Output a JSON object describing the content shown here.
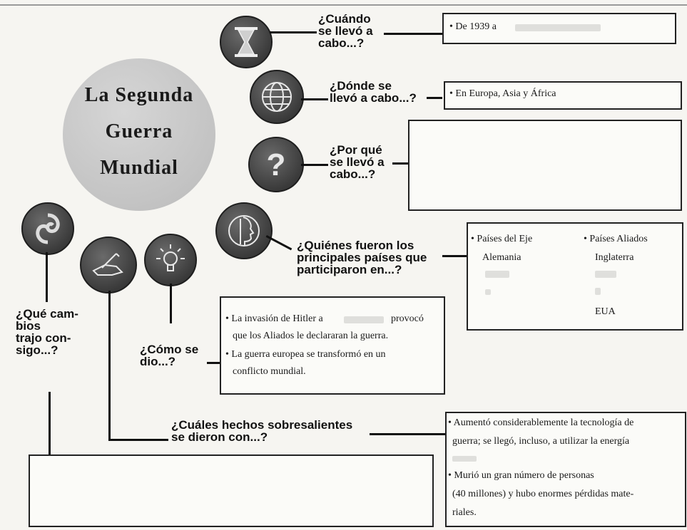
{
  "title": {
    "line1": "La Segunda",
    "line2": "Guerra",
    "line3": "Mundial"
  },
  "icons": {
    "hourglass": "hourglass-icon",
    "globe": "globe-icon",
    "question": "question-icon",
    "profile": "profile-head-icon",
    "swirl": "swirl-icon",
    "hand": "writing-hand-icon",
    "bulb": "lightbulb-icon"
  },
  "questions": {
    "cuando": "¿Cuándo\nse llevó a\ncabo...?",
    "donde": "¿Dónde se\nllevó a cabo...?",
    "porque": "¿Por qué\nse llevó a\ncabo...?",
    "quienes": "¿Quiénes fueron los\nprincipales países que\nparticiparon en...?",
    "cambios": "¿Qué cam-\nbios\ntrajo con-\nsigo...?",
    "como": "¿Cómo se\ndio...?",
    "hechos": "¿Cuáles hechos sobresalientes\nse dieron con...?"
  },
  "answers": {
    "cuando": "• De 1939 a",
    "donde": "• En Europa, Asia y África",
    "eje_title": "• Países del Eje",
    "eje_1": "Alemania",
    "aliados_title": "• Países Aliados",
    "aliados_1": "Inglaterra",
    "aliados_3": "EUA",
    "como_1a": "• La invasión de Hitler a",
    "como_1b": "provocó",
    "como_2": "que los Aliados le declararan la guerra.",
    "como_3": "• La guerra europea se transformó en un",
    "como_4": "conflicto mundial.",
    "hechos_1": "• Aumentó considerablemente la tecnología de",
    "hechos_2": "guerra; se llegó, incluso, a utilizar la energía",
    "hechos_4": "• Murió un gran número de personas",
    "hechos_5": "(40 millones) y hubo enormes pérdidas mate-",
    "hechos_6": "riales."
  }
}
